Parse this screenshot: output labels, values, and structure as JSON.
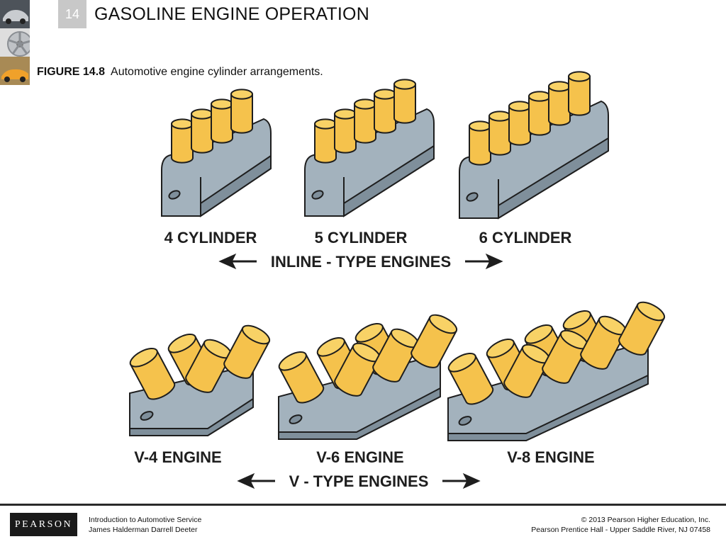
{
  "header": {
    "chapter_number": "14",
    "title": "GASOLINE ENGINE OPERATION"
  },
  "figure": {
    "label": "FIGURE 14.8",
    "caption": "Automotive engine cylinder arrangements.",
    "engine_labels": {
      "inline4": "4 CYLINDER",
      "inline5": "5 CYLINDER",
      "inline6": "6 CYLINDER",
      "v4": "V-4 ENGINE",
      "v6": "V-6 ENGINE",
      "v8": "V-8 ENGINE"
    },
    "group_labels": {
      "inline": "INLINE - TYPE ENGINES",
      "v": "V - TYPE ENGINES"
    },
    "colors": {
      "cylinder": "#f5c24c",
      "block": "#a3b2bd",
      "block_dark": "#7f8f9b",
      "outline": "#1e1e1e"
    }
  },
  "footer": {
    "logo": "PEARSON",
    "book_title": "Introduction to Automotive Service",
    "authors": "James Halderman  Darrell Deeter",
    "copyright": "© 2013  Pearson Higher Education, Inc.",
    "publisher": "Pearson Prentice Hall - Upper Saddle River, NJ 07458"
  }
}
